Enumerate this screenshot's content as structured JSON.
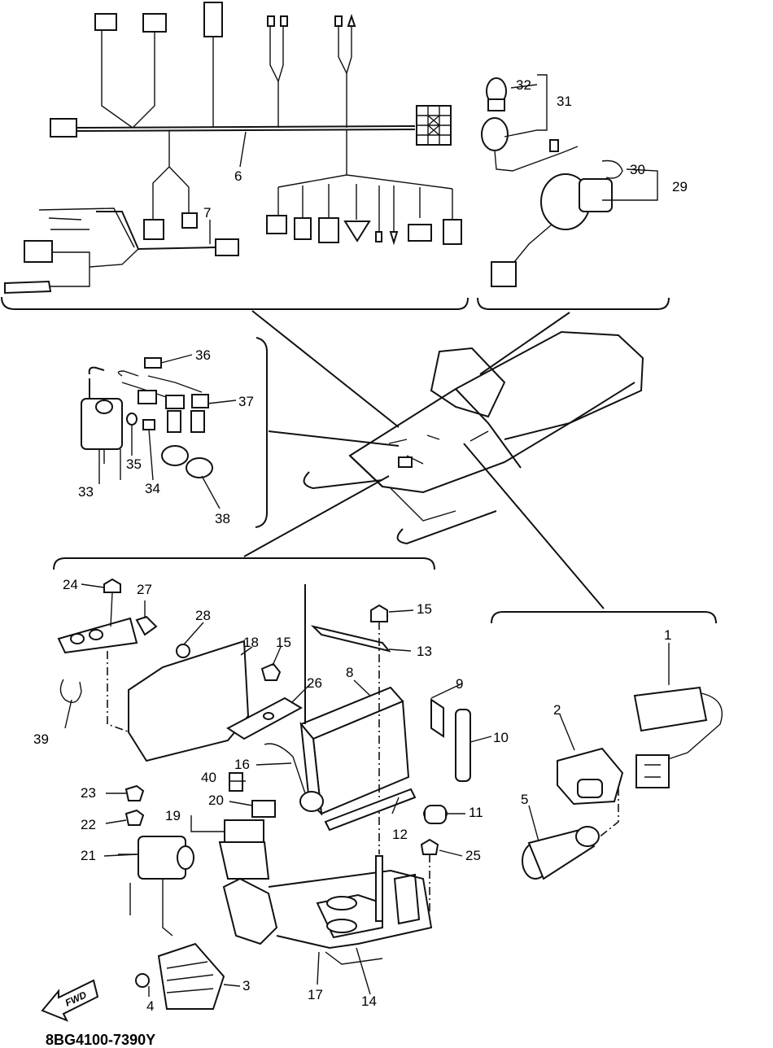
{
  "diagram_code": "8BG4100-7390Y",
  "fwd_label": "FWD",
  "callouts": [
    {
      "id": "c1",
      "text": "1"
    },
    {
      "id": "c2",
      "text": "2"
    },
    {
      "id": "c3",
      "text": "3"
    },
    {
      "id": "c4",
      "text": "4"
    },
    {
      "id": "c5",
      "text": "5"
    },
    {
      "id": "c6",
      "text": "6"
    },
    {
      "id": "c7",
      "text": "7"
    },
    {
      "id": "c8",
      "text": "8"
    },
    {
      "id": "c9",
      "text": "9"
    },
    {
      "id": "c10",
      "text": "10"
    },
    {
      "id": "c11",
      "text": "11"
    },
    {
      "id": "c12",
      "text": "12"
    },
    {
      "id": "c13",
      "text": "13"
    },
    {
      "id": "c14",
      "text": "14"
    },
    {
      "id": "c15a",
      "text": "15"
    },
    {
      "id": "c15b",
      "text": "15"
    },
    {
      "id": "c16",
      "text": "16"
    },
    {
      "id": "c17",
      "text": "17"
    },
    {
      "id": "c18",
      "text": "18"
    },
    {
      "id": "c19",
      "text": "19"
    },
    {
      "id": "c20",
      "text": "20"
    },
    {
      "id": "c21",
      "text": "21"
    },
    {
      "id": "c22",
      "text": "22"
    },
    {
      "id": "c23",
      "text": "23"
    },
    {
      "id": "c24",
      "text": "24"
    },
    {
      "id": "c25",
      "text": "25"
    },
    {
      "id": "c26",
      "text": "26"
    },
    {
      "id": "c27",
      "text": "27"
    },
    {
      "id": "c28",
      "text": "28"
    },
    {
      "id": "c29",
      "text": "29"
    },
    {
      "id": "c30",
      "text": "30"
    },
    {
      "id": "c31",
      "text": "31"
    },
    {
      "id": "c32",
      "text": "32"
    },
    {
      "id": "c33",
      "text": "33"
    },
    {
      "id": "c34",
      "text": "34"
    },
    {
      "id": "c35",
      "text": "35"
    },
    {
      "id": "c36",
      "text": "36"
    },
    {
      "id": "c37",
      "text": "37"
    },
    {
      "id": "c38",
      "text": "38"
    },
    {
      "id": "c39",
      "text": "39"
    },
    {
      "id": "c40",
      "text": "40"
    }
  ]
}
